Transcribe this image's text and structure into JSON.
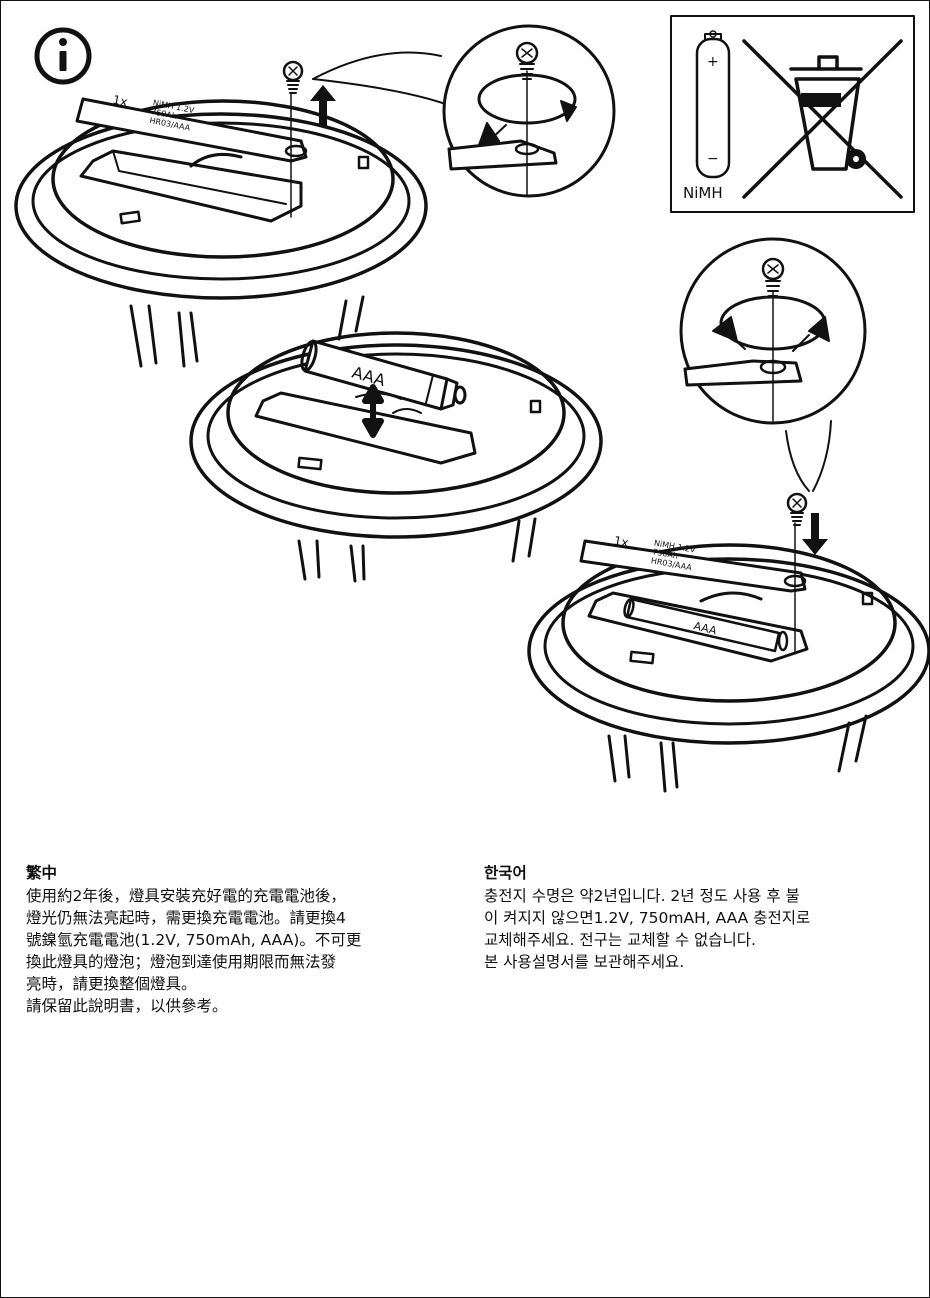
{
  "diagram": {
    "top_label": {
      "text_line1": "NiMH 1.2V",
      "text_line2": "750Ah",
      "text_line3": "HR03/AAA",
      "qty": "1x"
    },
    "bottom_label": {
      "text_line1": "NiMH 1.2V",
      "text_line2": "750Ah",
      "text_line3": "HR03/AAA",
      "qty": "1x"
    },
    "battery_text": "AAA",
    "battery_inserted_text": "AAA",
    "recycle_notice": {
      "battery_plus": "+",
      "battery_minus": "−",
      "chemistry": "NiMH"
    }
  },
  "sections": {
    "zh_tw": {
      "heading": "繁中",
      "paragraph": "使用約2年後，燈具安裝充好電的充電電池後，\n燈光仍無法亮起時，需更換充電電池。請更換4\n號鎳氫充電電池(1.2V, 750mAh, AAA)。不可更\n換此燈具的燈泡；燈泡到達使用期限而無法發\n亮時，請更換整個燈具。\n請保留此說明書，以供參考。"
    },
    "ko": {
      "heading": "한국어",
      "paragraph": "충전지 수명은 약2년입니다. 2년 정도 사용 후 불\n이 켜지지 않으면1.2V, 750mAH, AAA 충전지로\n교체해주세요. 전구는 교체할 수 없습니다.\n본 사용설명서를 보관해주세요."
    }
  }
}
